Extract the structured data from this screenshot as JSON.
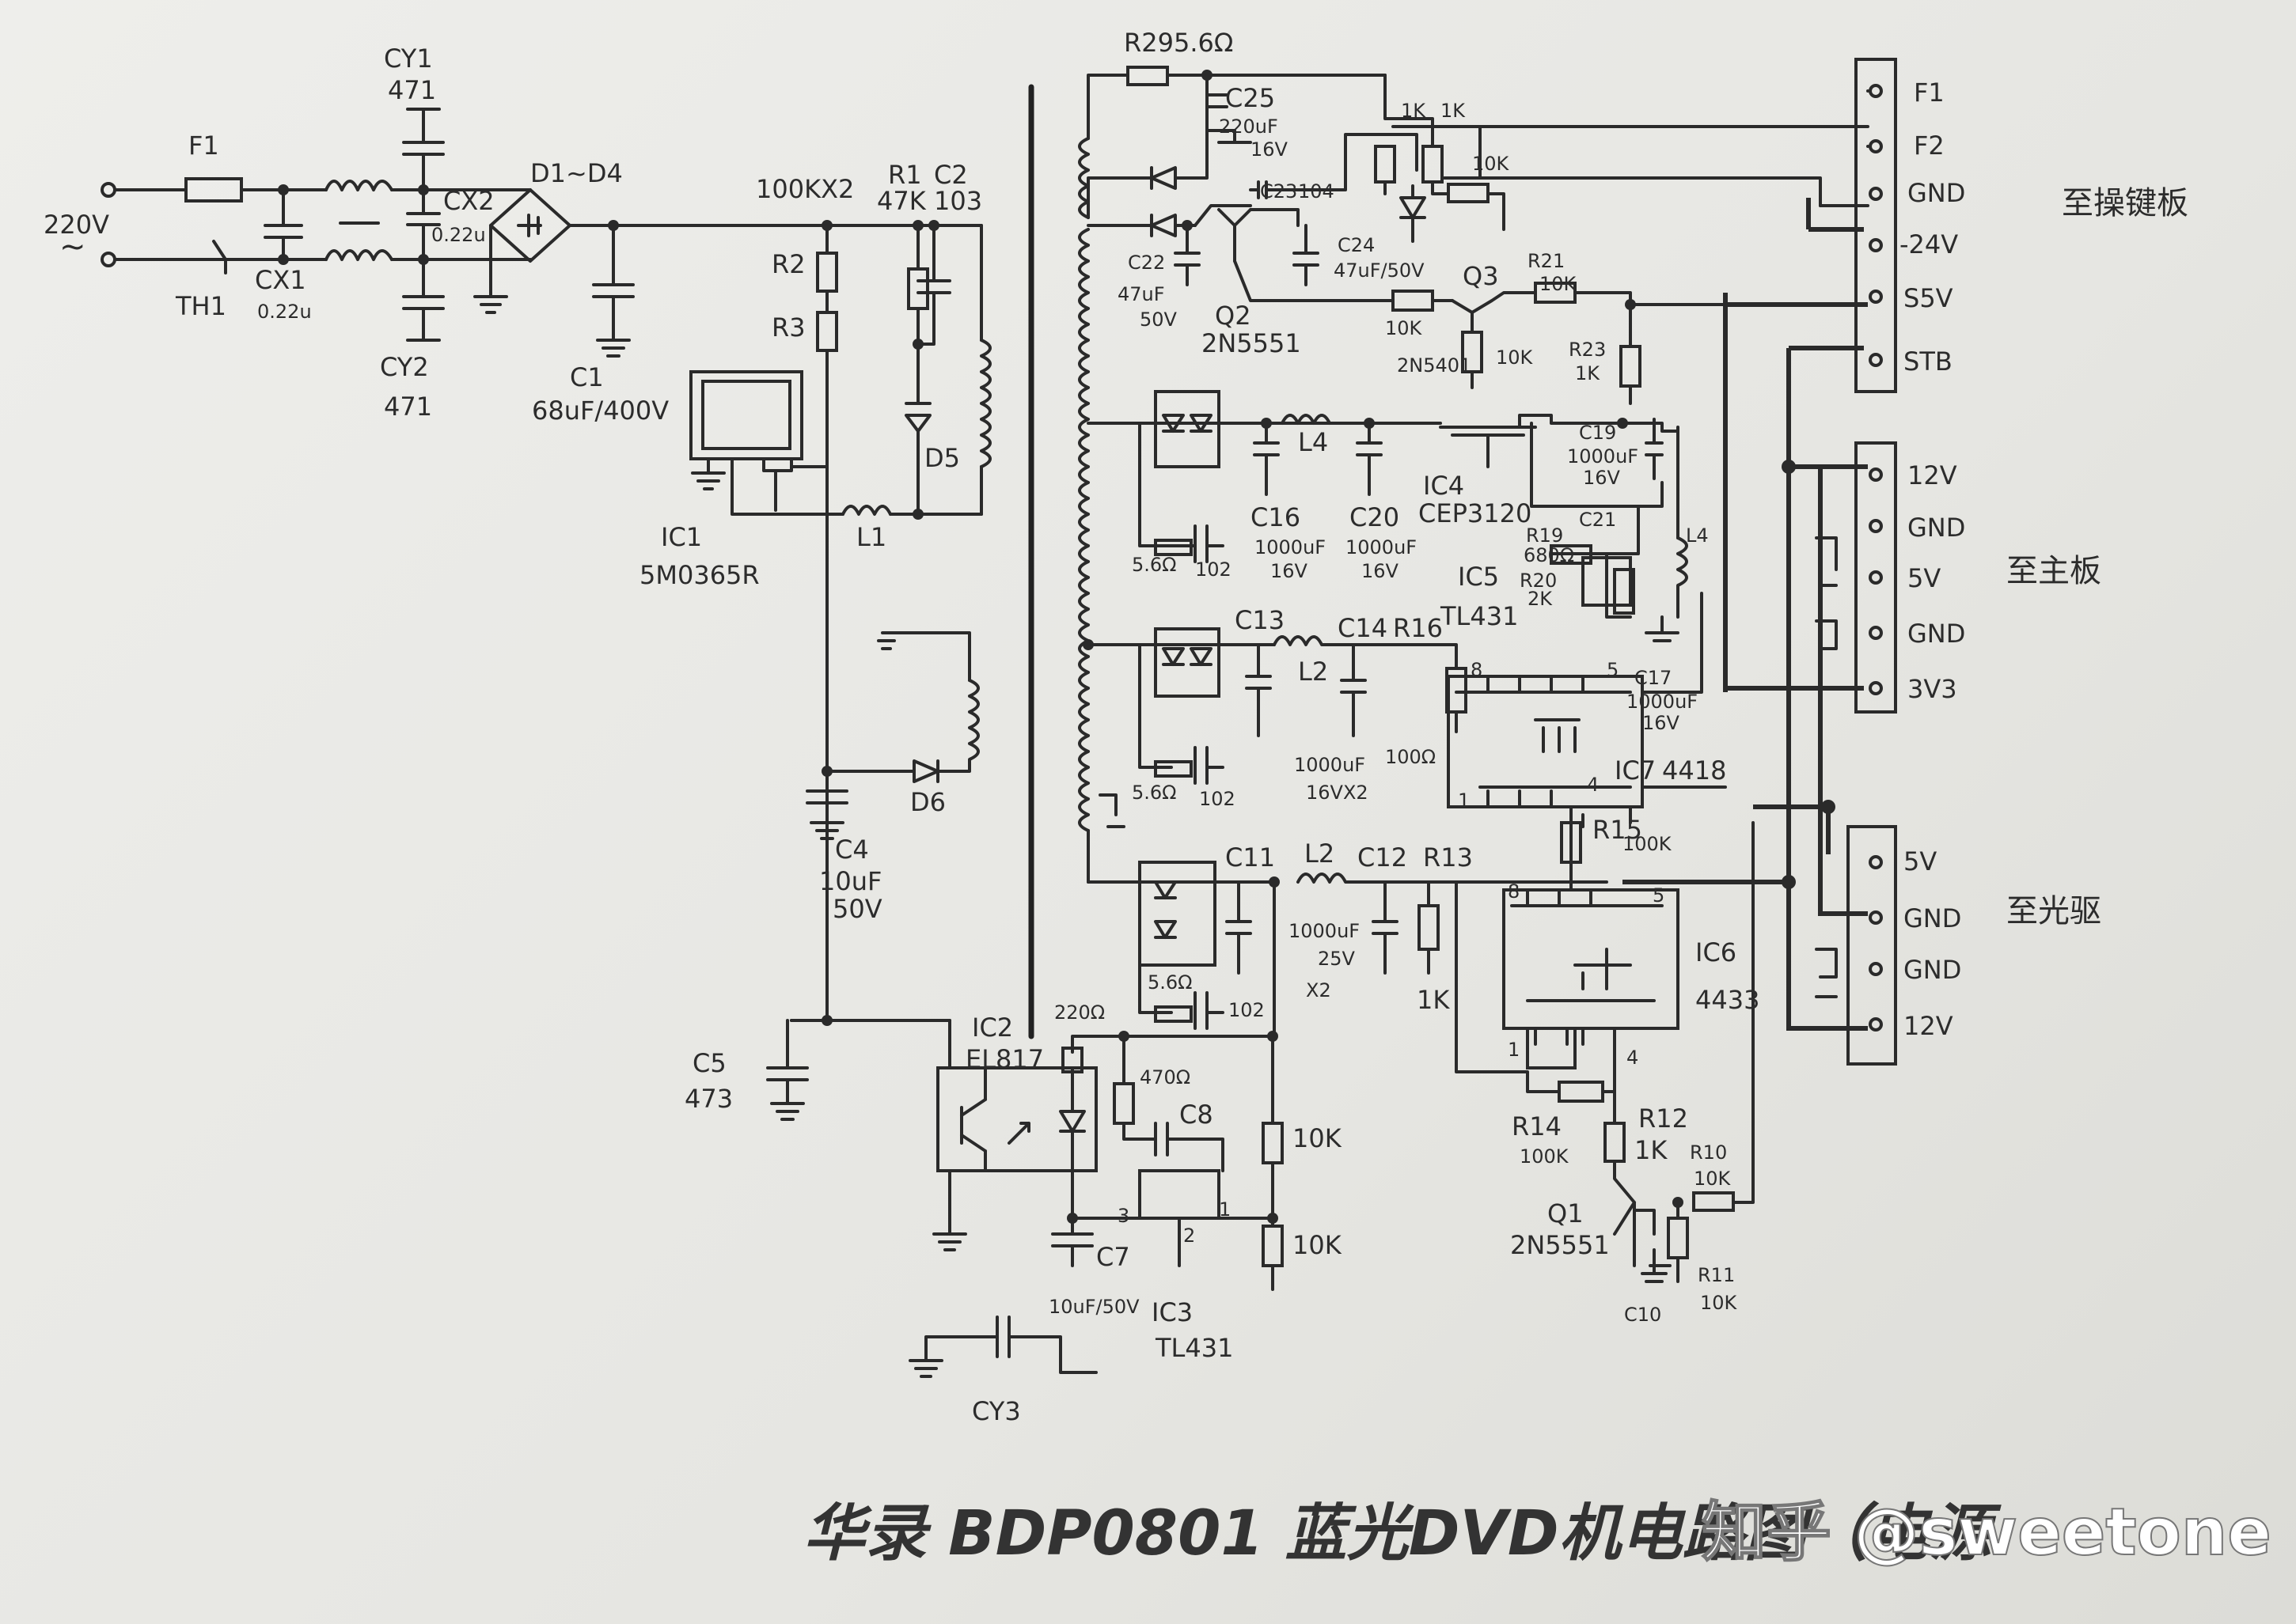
{
  "title": "华录 BDP0801 蓝光DVD机电路图（电源",
  "watermark": "知乎 @sweetone",
  "input": {
    "voltage": "220V",
    "tilde": "~"
  },
  "parts": {
    "F1": "F1",
    "TH1": "TH1",
    "CX1": "CX1",
    "CX1_val": "0.22u",
    "CX2": "CX2",
    "CX2_val": "0.22u",
    "CY1": "CY1",
    "CY1_val": "471",
    "CY2": "CY2",
    "CY2_val": "471",
    "CY3": "CY3",
    "D1D4": "D1~D4",
    "C1": "C1",
    "C1_val": "68uF/400V",
    "R2": "R2",
    "R3": "R3",
    "R2R3_val": "100KX2",
    "R1": "R1",
    "R1_val": "47K",
    "C2": "C2",
    "C2_val": "103",
    "D5": "D5",
    "D6": "D6",
    "L1": "L1",
    "IC1": "IC1",
    "IC1_val": "5M0365R",
    "C4": "C4",
    "C4_val": "10uF",
    "C4_val2": "50V",
    "C5": "C5",
    "C5_val": "473",
    "IC2": "IC2",
    "IC2_val": "EL817",
    "R_220": "220Ω",
    "R_470": "470Ω",
    "C7": "C7",
    "C7_val": "10uF/50V",
    "C8": "C8",
    "IC3": "IC3",
    "IC3_val": "TL431",
    "R_10k_a": "10K",
    "R_10k_b": "10K",
    "R29": "R29",
    "R29_val": "5.6Ω",
    "C25": "C25",
    "C25_val": "220uF",
    "C25_val2": "16V",
    "C23": "C23",
    "C23_val": "104",
    "C22": "C22",
    "C22_val": "47uF",
    "C22_val2": "50V",
    "C24": "C24",
    "C24_val": "47uF/50V",
    "Q2": "Q2",
    "Q2_val": "2N5551",
    "Q3": "Q3",
    "Q3_val": "2N5401",
    "R21": "R21",
    "R21_val": "10K",
    "R23": "R23",
    "R23_val": "1K",
    "R_1k_a": "1K",
    "R_1k_b": "1K",
    "R_10k_c": "10K",
    "R_10k_d": "10K",
    "R_10k_e": "10K",
    "C16": "C16",
    "C16_val": "1000uF",
    "C16_val2": "16V",
    "C20": "C20",
    "C20_val": "1000uF",
    "C20_val2": "16V",
    "L4a": "L4",
    "L4b": "L4",
    "IC4": "IC4",
    "IC4_val": "CEP3120",
    "C19": "C19",
    "C19_val": "1000uF",
    "C19_val2": "16V",
    "R19": "R19",
    "R19_val": "680Ω",
    "R20": "R20",
    "R20_val": "2K",
    "C21": "C21",
    "IC5": "IC5",
    "IC5_val": "TL431",
    "snub1_r": "5.6Ω",
    "snub1_c": "102",
    "C13": "C13",
    "C14": "C14",
    "L2a": "L2",
    "R16": "R16",
    "R16_val": "100Ω",
    "C13_val": "1000uF",
    "C13_val2": "16VX2",
    "C17": "C17",
    "C17_val": "1000uF",
    "C17_val2": "16V",
    "IC7": "IC7",
    "IC7_val": "4418",
    "snub2_r": "5.6Ω",
    "snub2_c": "102",
    "C11": "C11",
    "C12": "C12",
    "L2b": "L2",
    "R13": "R13",
    "R13_val": "1K",
    "C11_val": "1000uF",
    "C11_val2": "25V",
    "C11_val3": "X2",
    "snub3_r": "5.6Ω",
    "snub3_c": "102",
    "R15": "R15",
    "R15_val": "100K",
    "IC6": "IC6",
    "IC6_val": "4433",
    "R14": "R14",
    "R14_val": "100K",
    "R12": "R12",
    "R12_val": "1K",
    "R10": "R10",
    "R10_val": "10K",
    "R11": "R11",
    "R11_val": "10K",
    "Q1": "Q1",
    "Q1_val": "2N5551",
    "C10": "C10",
    "pin1": "1",
    "pin2": "2",
    "pin3": "3",
    "pin4": "4",
    "pin5": "5",
    "pin8": "8"
  },
  "connectors": [
    {
      "label": "至操键板",
      "pins": [
        "F1",
        "F2",
        "GND",
        "-24V",
        "S5V",
        "STB"
      ]
    },
    {
      "label": "至主板",
      "pins": [
        "12V",
        "GND",
        "5V",
        "GND",
        "3V3"
      ]
    },
    {
      "label": "至光驱",
      "pins": [
        "5V",
        "GND",
        "GND",
        "12V"
      ]
    }
  ]
}
